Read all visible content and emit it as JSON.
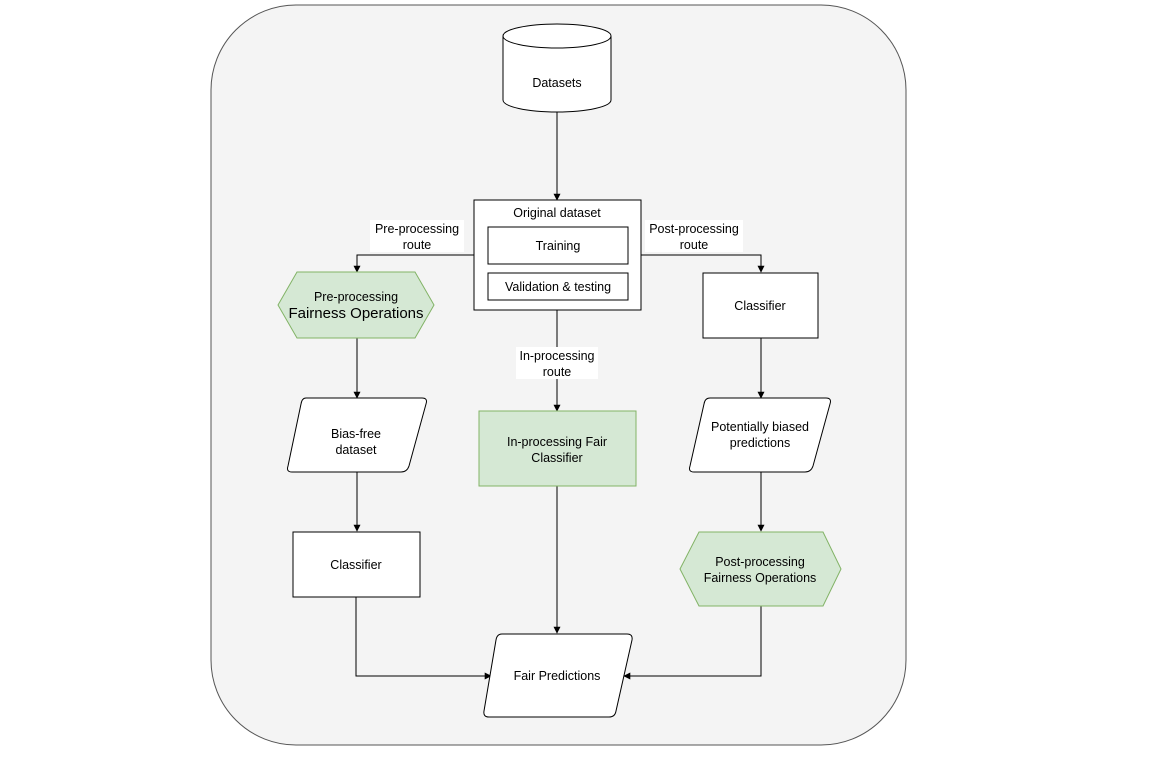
{
  "colors": {
    "canvas_fill": "#f4f4f4",
    "canvas_stroke": "#555555",
    "node_fill": "#ffffff",
    "fairness_fill": "#d5e8d4",
    "fairness_stroke": "#82b366",
    "line": "#000000"
  },
  "nodes": {
    "datasets": "Datasets",
    "original_dataset": "Original dataset",
    "training": "Training",
    "validation_testing": "Validation & testing",
    "pre_fairness_ops": [
      "Pre-processing",
      "Fairness Operations"
    ],
    "classifier_post": "Classifier",
    "bias_free_dataset": [
      "Bias-free",
      "dataset"
    ],
    "in_processing_fair_classifier": [
      "In-processing Fair",
      "Classifier"
    ],
    "potentially_biased_predictions": [
      "Potentially biased",
      "predictions"
    ],
    "classifier_pre": "Classifier",
    "post_fairness_ops": [
      "Post-processing",
      "Fairness Operations"
    ],
    "fair_predictions": "Fair Predictions"
  },
  "edge_labels": {
    "pre_route": [
      "Pre-processing",
      "route"
    ],
    "in_route": [
      "In-processing",
      "route"
    ],
    "post_route": [
      "Post-processing",
      "route"
    ]
  },
  "icons": {
    "datasets_shape": "cylinder-icon",
    "arrowhead": "arrowhead-icon"
  }
}
